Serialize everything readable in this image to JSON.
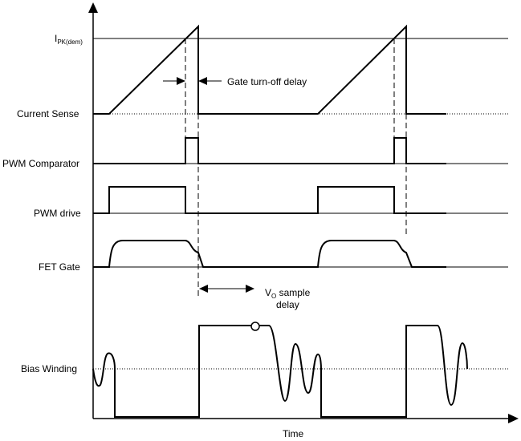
{
  "labels": {
    "ipk_main": "I",
    "ipk_sub": "PK(dem)",
    "current_sense": "Current Sense",
    "pwm_comparator": "PWM Comparator",
    "pwm_drive": "PWM drive",
    "fet_gate": "FET Gate",
    "bias_winding": "Bias Winding",
    "time_axis": "Time"
  },
  "annotations": {
    "gate_turnoff": "Gate turn-off delay",
    "vo_main": "V",
    "vo_sub": "O",
    "vo_rest": " sample",
    "vo_line2": "delay"
  }
}
